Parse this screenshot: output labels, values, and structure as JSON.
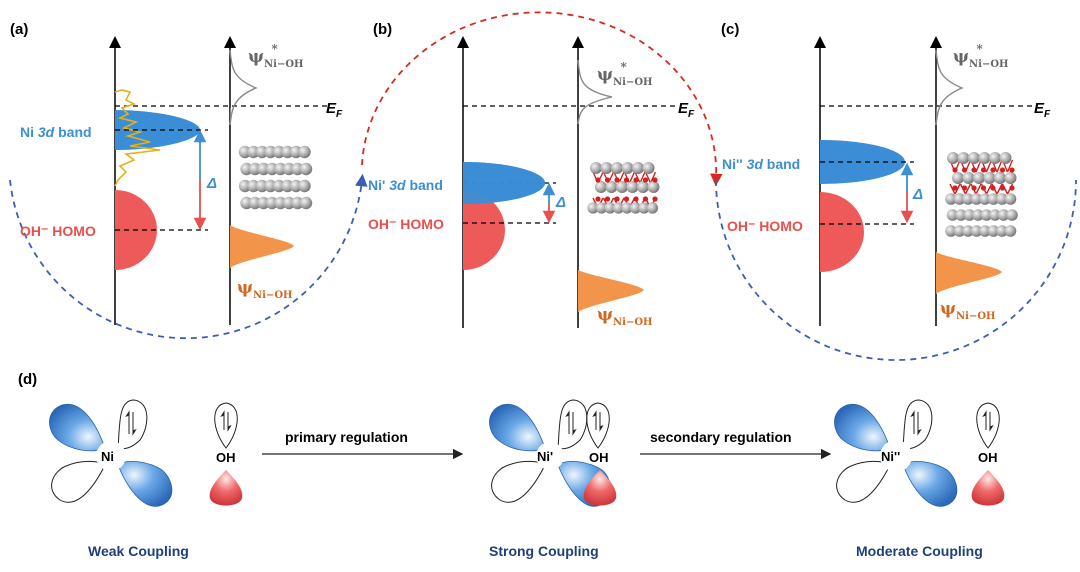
{
  "panels": [
    {
      "tag": "(a)",
      "level_label": "Ni 3d band",
      "level_prefix": "Ni ",
      "level_italic": "3d",
      "level_suffix": " band",
      "homo_label": "OH⁻ HOMO",
      "delta": "Δ",
      "ef_main": "E",
      "ef_sub": "F",
      "psi_star_sub": "Ni−OH",
      "psi_sub": "Ni−OH"
    },
    {
      "tag": "(b)",
      "level_prefix": "Ni' ",
      "level_italic": "3d",
      "level_suffix": " band",
      "homo_label": "OH⁻ HOMO",
      "delta": "Δ",
      "ef_main": "E",
      "ef_sub": "F",
      "psi_star_sub": "Ni−OH",
      "psi_sub": "Ni−OH"
    },
    {
      "tag": "(c)",
      "level_prefix": "Ni'' ",
      "level_italic": "3d",
      "level_suffix": " band",
      "homo_label": "OH⁻ HOMO",
      "delta": "Δ",
      "ef_main": "E",
      "ef_sub": "F",
      "psi_star_sub": "Ni−OH",
      "psi_sub": "Ni−OH"
    }
  ],
  "panel_d": {
    "tag": "(d)",
    "ni_labels": [
      "Ni",
      "Ni'",
      "Ni''"
    ],
    "oh_label": "OH",
    "arrow_labels": [
      "primary regulation",
      "secondary regulation"
    ],
    "coupling_labels": [
      "Weak Coupling",
      "Strong Coupling",
      "Moderate Coupling"
    ]
  },
  "psi_symbol": "ψ",
  "star": "*",
  "colors": {
    "ni_blue": "#3b8ed6",
    "oh_red": "#ee5a5a",
    "psi_orange": "#f2944a",
    "label_blue": "#3c8fd4",
    "label_red": "#e8504f",
    "psi_label_orange": "#d2671f",
    "coupling_navy": "#1f3f78",
    "arc_blue": "#3b5fb0",
    "arc_red": "#d9291f",
    "dos_yellow": "#e3b21c",
    "atom_gray": "#a9a9a9",
    "o_red": "#d32020"
  }
}
